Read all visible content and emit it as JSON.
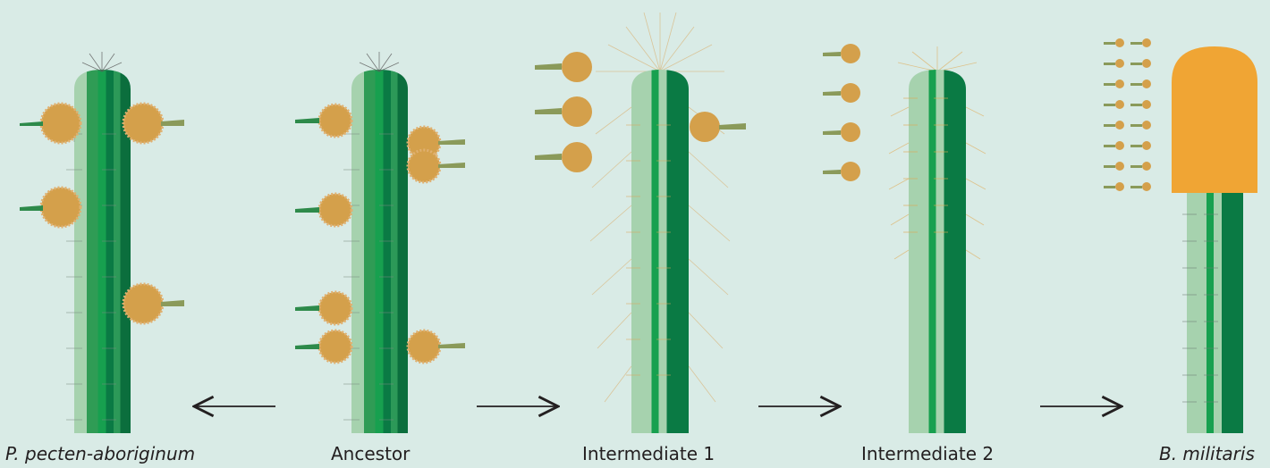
{
  "labels": {
    "p_pecten": "P. pecten-aboriginum",
    "ancestor": "Ancestor",
    "intermediate1": "Intermediate 1",
    "intermediate2": "Intermediate 2",
    "b_militaris": "B. militaris"
  },
  "colors": {
    "background": "#d9ebe6",
    "stem_light": "#a6d2ae",
    "stem_mid": "#2f9c55",
    "stem_dark": "#0a7a44",
    "stem_bright": "#17a04f",
    "areole_spine": "#5b5b5b",
    "flower_bud": "#d4a04b",
    "flower_hair": "#c8953e",
    "cephalium": "#f0a534",
    "fruit_stalk": "#2d8a4a",
    "arrow": "#231f20"
  },
  "arrow_direction": [
    "left",
    "right",
    "right",
    "right"
  ]
}
